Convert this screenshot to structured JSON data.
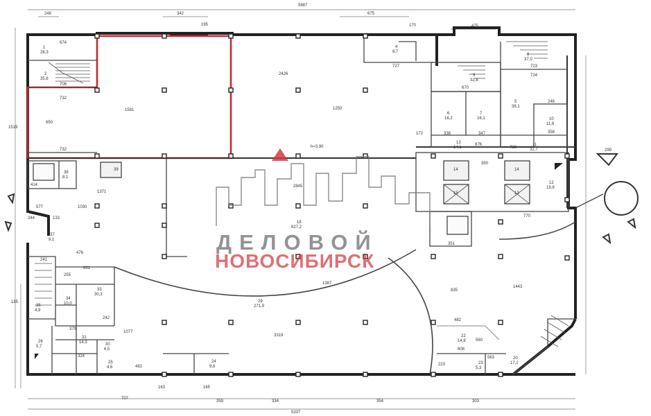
{
  "watermark": {
    "line1": "ДЕЛОВОЙ",
    "line2": "НОВОСИБИРСК",
    "accent_color": "#d23a3f",
    "gray_color": "#555555"
  },
  "highlight_color": "#c8282f",
  "dimensions": {
    "top_total": "5887",
    "bottom_total": "5337",
    "d248": "248",
    "d342": "342",
    "d675": "675",
    "d475": "475",
    "d195": "195",
    "d170": "170",
    "d674": "674",
    "d706": "706",
    "d732a": "732",
    "d732b": "732",
    "d1591": "1591",
    "d1519": "1519",
    "d650": "650",
    "d2426": "2426",
    "d1250": "1250",
    "d727": "727",
    "d670": "670",
    "d723": "723",
    "d724": "724",
    "d246": "246",
    "d172": "172",
    "d338": "338",
    "d347": "347",
    "d876": "876",
    "d728": "728",
    "d358": "358",
    "d350": "350",
    "d770": "770",
    "d1371": "1371",
    "d1030": "1030",
    "d2845": "2845",
    "d1387": "1387",
    "d3319": "3319",
    "d835": "835",
    "d1443": "1443",
    "d476": "476",
    "d631": "631",
    "d482a": "482",
    "d482b": "482",
    "d707": "707",
    "d359": "359",
    "d334": "334",
    "d354": "354",
    "d303": "303",
    "d560": "560",
    "d608": "608",
    "d563": "563",
    "d351": "351",
    "d414": "414",
    "d577": "577",
    "d244": "244",
    "d133": "133",
    "d241": "241",
    "d255": "255",
    "d185": "185",
    "d163": "163",
    "d165": "165",
    "d223": "223",
    "d1077": "1077",
    "d299": "299",
    "d379": "379",
    "d324": "324",
    "d242": "242",
    "height": "h=3,90"
  },
  "rooms": {
    "r1": {
      "num": "1",
      "area": "28,3"
    },
    "r2": {
      "num": "2",
      "area": "35,8"
    },
    "r4": {
      "num": "4",
      "area": "8,7"
    },
    "r8": {
      "num": "8",
      "area": "37,0"
    },
    "r9": {
      "num": "9",
      "area": "32,8"
    },
    "r5": {
      "num": "5",
      "area": "38,1"
    },
    "r6": {
      "num": "6",
      "area": "16,2"
    },
    "r7": {
      "num": "7",
      "area": "16,1"
    },
    "r10": {
      "num": "10",
      "area": "11,8"
    },
    "r11": {
      "num": "11",
      "area": "32,7"
    },
    "r13": {
      "num": "13",
      "area": "14,1"
    },
    "r12": {
      "num": "12",
      "area": "19,8"
    },
    "r18": {
      "num": "18",
      "area": "627,2"
    },
    "r36": {
      "num": "36",
      "area": "8,1"
    },
    "r37": {
      "num": "37",
      "area": "9,1"
    },
    "r33": {
      "num": "33",
      "area": "30,3"
    },
    "r34": {
      "num": "34",
      "area": "10,0"
    },
    "r29": {
      "num": "29",
      "area": "271,9"
    },
    "r31": {
      "num": "31",
      "area": "14,3"
    },
    "r30": {
      "num": "30",
      "area": "6,5"
    },
    "r25": {
      "num": "25",
      "area": "4,6"
    },
    "r24": {
      "num": "24",
      "area": "9,6"
    },
    "r22": {
      "num": "22",
      "area": "14,8"
    },
    "r23": {
      "num": "23",
      "area": "5,3"
    },
    "r20": {
      "num": "20",
      "area": "17,2"
    },
    "r35": {
      "num": "35",
      "area": "4,9"
    },
    "r26": {
      "num": "26",
      "area": "5,7"
    }
  },
  "elevators": {
    "e14a": "14",
    "e15": "15",
    "e14b": "14",
    "e13": "13",
    "e39": "39"
  }
}
